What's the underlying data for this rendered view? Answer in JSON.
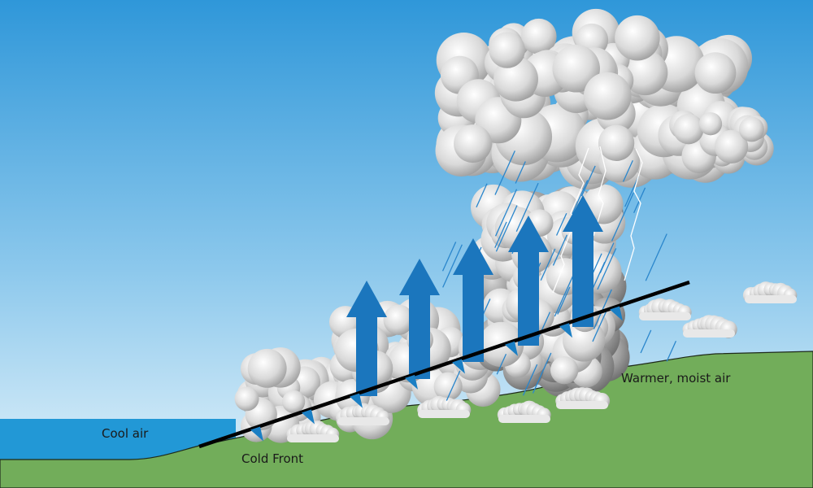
{
  "labels": {
    "cool_air": "Cool air",
    "cold_front": "Cold Front",
    "warm_air": "Warmer, moist air"
  },
  "colors": {
    "sky_top": "#2f97d9",
    "sky_bottom": "#dcf0fa",
    "ground": "#72ad5a",
    "cool_air": "#2298d6",
    "arrow": "#1b76bd",
    "front_line": "#000000"
  }
}
